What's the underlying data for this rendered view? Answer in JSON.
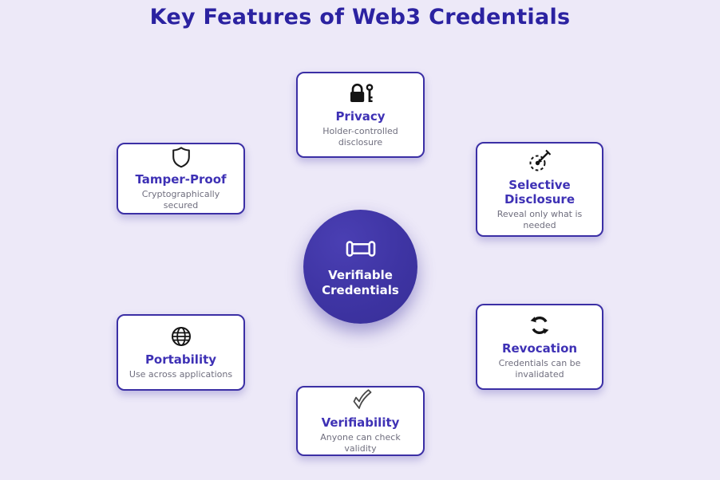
{
  "page": {
    "title": "Key Features of Web3 Credentials"
  },
  "center": {
    "title": "Verifiable Credentials",
    "icon": "scroll-icon"
  },
  "cards": [
    {
      "id": "privacy",
      "title": "Privacy",
      "subtitle": "Holder-controlled disclosure",
      "icon": "lock-key-icon"
    },
    {
      "id": "tamper-proof",
      "title": "Tamper-Proof",
      "subtitle": "Cryptographically secured",
      "icon": "shield-icon"
    },
    {
      "id": "selective-disclosure",
      "title": "Selective Disclosure",
      "subtitle": "Reveal only what is needed",
      "icon": "target-icon"
    },
    {
      "id": "portability",
      "title": "Portability",
      "subtitle": "Use across applications",
      "icon": "globe-icon"
    },
    {
      "id": "revocation",
      "title": "Revocation",
      "subtitle": "Credentials can be invalidated",
      "icon": "cycle-arrows-icon"
    },
    {
      "id": "verifiability",
      "title": "Verifiability",
      "subtitle": "Anyone can check validity",
      "icon": "check-icon"
    }
  ],
  "colors": {
    "background": "#EDE9F8",
    "heading_text": "#2B22A1",
    "card_background": "#FFFFFF",
    "card_border": "#3B2FA5",
    "card_title_text": "#3E31B5",
    "card_subtitle_text": "#6F6E7E",
    "center_circle": "#3E34A3",
    "center_text": "#FFFFFF",
    "icon_black": "#141414"
  }
}
